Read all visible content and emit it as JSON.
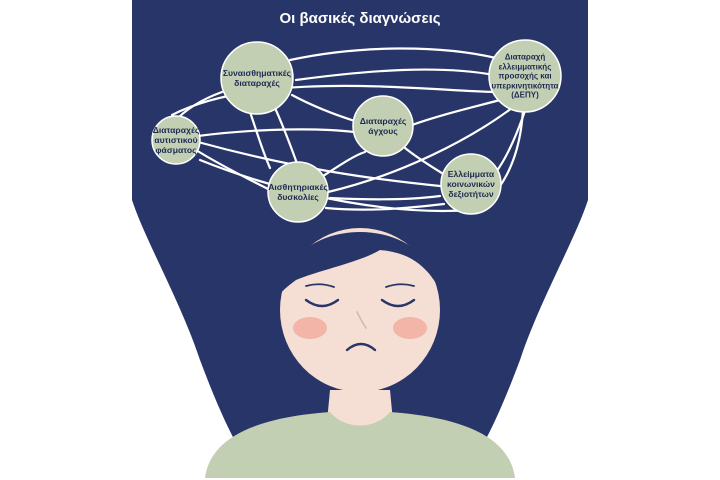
{
  "title": "Οι βασικές διαγνώσεις",
  "nodes": [
    {
      "id": "emotional",
      "label": "Συναισθηματικές\nδιαταραχές"
    },
    {
      "id": "adhd",
      "label": "Διαταραχή\nελλειμματικής\nπροσοχής και\nυπερκινητικότητα\n(ΔΕΠΥ)"
    },
    {
      "id": "autism",
      "label": "Διαταραχές\nαυτιστικού\nφάσματος"
    },
    {
      "id": "anxiety",
      "label": "Διαταραχές\nάγχους"
    },
    {
      "id": "sensory",
      "label": "Αισθητηριακές\nδυσκολίες"
    },
    {
      "id": "social",
      "label": "Ελλείμματα\nκοινωνικών\nδεξιοτήτων"
    }
  ],
  "colors": {
    "background": "#ffffff",
    "hair": "#283568",
    "node_fill": "#c3cfb2",
    "node_stroke": "#ffffff",
    "skin": "#f5ded3",
    "cheek": "#f2b5a7",
    "shirt": "#c3cfb2",
    "features": "#283568"
  }
}
